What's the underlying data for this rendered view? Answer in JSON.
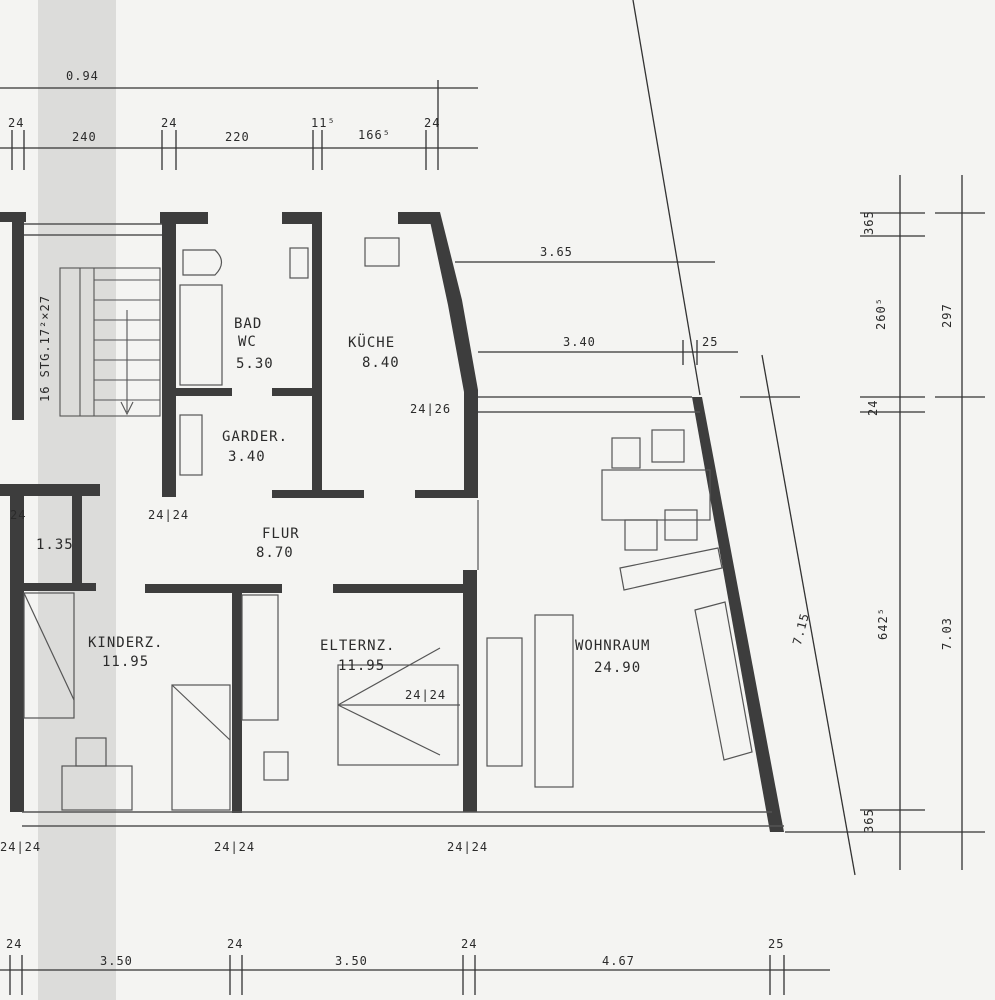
{
  "rooms": {
    "bad_name": "BAD",
    "bad_wc": "WC",
    "bad_area": "5.30",
    "kueche_name": "KÜCHE",
    "kueche_area": "8.40",
    "garder_name": "GARDER.",
    "garder_area": "3.40",
    "flur_name": "FLUR",
    "flur_area": "8.70",
    "kinderz_name": "KINDERZ.",
    "kinderz_area": "11.95",
    "elternz_name": "ELTERNZ.",
    "elternz_area": "11.95",
    "wohnraum_name": "WOHNRAUM",
    "wohnraum_area": "24.90",
    "small_area": "1.35",
    "stair_note": "16 STG.17²×27"
  },
  "dimensions": {
    "top_overall": "0.94",
    "top_24_a": "24",
    "top_24_b": "24",
    "top_24_c": "24",
    "top_240": "240",
    "top_220": "220",
    "top_11_5": "11⁵",
    "top_166_5": "166⁵",
    "d_365_top": "3.65",
    "d_340": "3.40",
    "d_25": "25",
    "wall_24_26": "24|26",
    "wall_24_24_a": "24|24",
    "wall_24_24_b": "24|24",
    "wall_24_24_c": "24|24",
    "wall_24_24_d": "24|24",
    "wall_24_24_e": "24|24",
    "wall_24_left": "24",
    "r_365_top": "365",
    "r_260_5": "260⁵",
    "r_297": "297",
    "r_24": "24",
    "r_642_5": "642⁵",
    "r_703": "7.03",
    "r_365_bot": "365",
    "diag_715": "7.15",
    "bot_24_a": "24",
    "bot_24_b": "24",
    "bot_24_c": "24",
    "bot_25": "25",
    "bot_350_a": "3.50",
    "bot_350_b": "3.50",
    "bot_467": "4.67"
  }
}
